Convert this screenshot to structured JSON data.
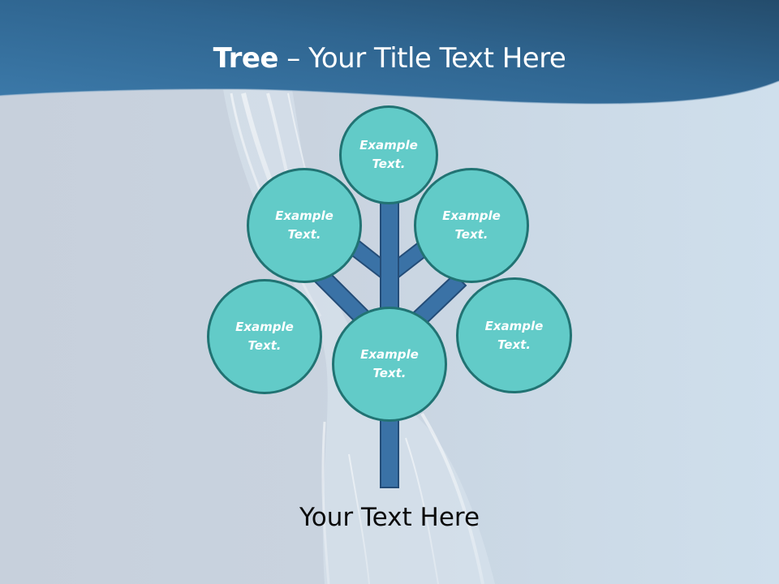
{
  "slide": {
    "title_bold": "Tree",
    "title_rest": " – Your Title Text Here",
    "footer_text": "Your Text Here",
    "colors": {
      "header_dark": "#234d6e",
      "header_light": "#3a78a6",
      "background": "#c9d3df",
      "node_fill": "#62cbc8",
      "node_border": "#217373",
      "branch_fill": "#3a72a6",
      "branch_border": "#234d78"
    }
  },
  "tree": {
    "nodes": [
      {
        "id": "top",
        "line1": "Example",
        "line2": "Text."
      },
      {
        "id": "upper-left",
        "line1": "Example",
        "line2": "Text."
      },
      {
        "id": "upper-right",
        "line1": "Example",
        "line2": "Text."
      },
      {
        "id": "lower-left",
        "line1": "Example",
        "line2": "Text."
      },
      {
        "id": "center",
        "line1": "Example",
        "line2": "Text."
      },
      {
        "id": "lower-right",
        "line1": "Example",
        "line2": "Text."
      }
    ]
  }
}
